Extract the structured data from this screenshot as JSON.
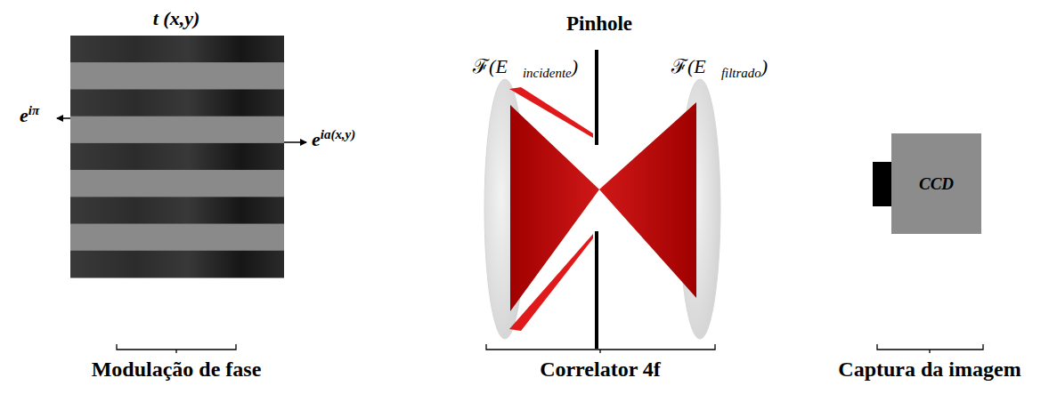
{
  "diagram": {
    "nodes": [
      {
        "text": [
          "CCD"
        ]
      }
    ],
    "labels": [
      "t (x,y)",
      "e",
      "iπ",
      "e",
      "ia(x,y)",
      "Pinhole",
      "ℱ(E⃗",
      "incidente",
      ")",
      "ℱ(E⃗",
      "filtrado",
      ")",
      "Modulação de fase",
      "Correlator 4f",
      "Captura da imagem"
    ]
  }
}
